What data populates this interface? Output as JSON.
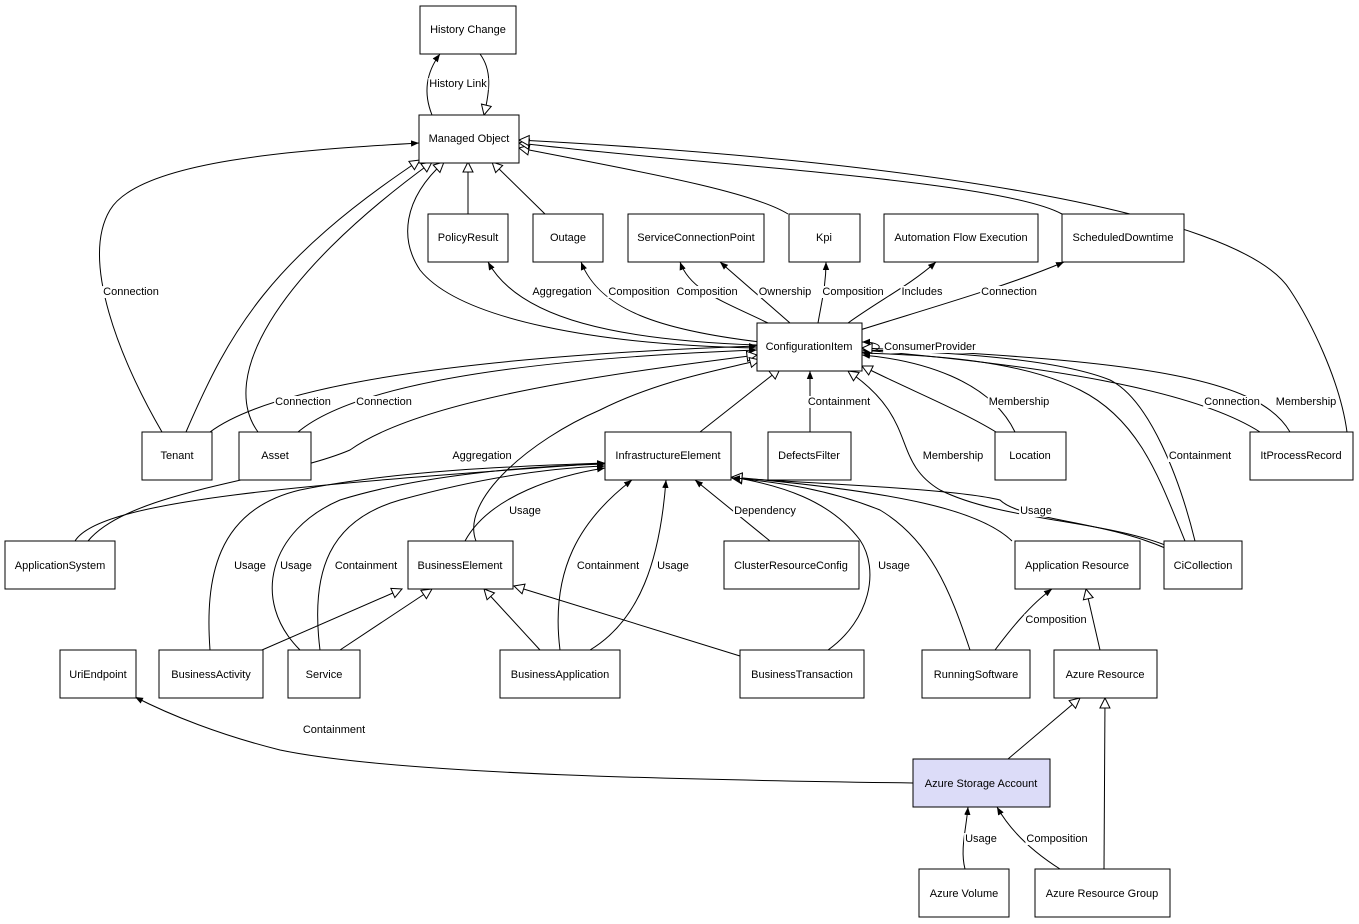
{
  "diagram": {
    "highlighted": "azure_storage_account",
    "highlight_color": "#dcdcf8",
    "nodes": [
      {
        "id": "history_change",
        "label": "History Change"
      },
      {
        "id": "managed_object",
        "label": "Managed Object"
      },
      {
        "id": "policy_result",
        "label": "PolicyResult"
      },
      {
        "id": "outage",
        "label": "Outage"
      },
      {
        "id": "service_connection_point",
        "label": "ServiceConnectionPoint"
      },
      {
        "id": "kpi",
        "label": "Kpi"
      },
      {
        "id": "automation_flow_execution",
        "label": "Automation Flow Execution"
      },
      {
        "id": "scheduled_downtime",
        "label": "ScheduledDowntime"
      },
      {
        "id": "configuration_item",
        "label": "ConfigurationItem"
      },
      {
        "id": "tenant",
        "label": "Tenant"
      },
      {
        "id": "asset",
        "label": "Asset"
      },
      {
        "id": "infrastructure_element",
        "label": "InfrastructureElement"
      },
      {
        "id": "defects_filter",
        "label": "DefectsFilter"
      },
      {
        "id": "location",
        "label": "Location"
      },
      {
        "id": "it_process_record",
        "label": "ItProcessRecord"
      },
      {
        "id": "application_system",
        "label": "ApplicationSystem"
      },
      {
        "id": "business_element",
        "label": "BusinessElement"
      },
      {
        "id": "cluster_resource_config",
        "label": "ClusterResourceConfig"
      },
      {
        "id": "application_resource",
        "label": "Application Resource"
      },
      {
        "id": "ci_collection",
        "label": "CiCollection"
      },
      {
        "id": "uri_endpoint",
        "label": "UriEndpoint"
      },
      {
        "id": "business_activity",
        "label": "BusinessActivity"
      },
      {
        "id": "service",
        "label": "Service"
      },
      {
        "id": "business_application",
        "label": "BusinessApplication"
      },
      {
        "id": "business_transaction",
        "label": "BusinessTransaction"
      },
      {
        "id": "running_software",
        "label": "RunningSoftware"
      },
      {
        "id": "azure_resource",
        "label": "Azure Resource"
      },
      {
        "id": "azure_storage_account",
        "label": "Azure Storage Account"
      },
      {
        "id": "azure_volume",
        "label": "Azure Volume"
      },
      {
        "id": "azure_resource_group",
        "label": "Azure Resource Group"
      }
    ],
    "edge_labels": [
      {
        "id": "history_link",
        "text": "History Link"
      },
      {
        "id": "tenant_connection_mo",
        "text": "Connection"
      },
      {
        "id": "ci_aggregation_policy",
        "text": "Aggregation"
      },
      {
        "id": "ci_composition_outage",
        "text": "Composition"
      },
      {
        "id": "ci_composition_scp",
        "text": "Composition"
      },
      {
        "id": "ci_ownership_scp",
        "text": "Ownership"
      },
      {
        "id": "ci_composition_kpi",
        "text": "Composition"
      },
      {
        "id": "ci_includes_afe",
        "text": "Includes"
      },
      {
        "id": "ci_connection_sd",
        "text": "Connection"
      },
      {
        "id": "ci_consumer_provider",
        "text": "ConsumerProvider"
      },
      {
        "id": "tenant_connection_ci",
        "text": "Connection"
      },
      {
        "id": "asset_connection_ci",
        "text": "Connection"
      },
      {
        "id": "df_containment_ci",
        "text": "Containment"
      },
      {
        "id": "location_membership_ci",
        "text": "Membership"
      },
      {
        "id": "ipr_connection_ci",
        "text": "Connection"
      },
      {
        "id": "ipr_membership_mo",
        "text": "Membership"
      },
      {
        "id": "as_aggregation_ie",
        "text": "Aggregation"
      },
      {
        "id": "cic_membership_ci",
        "text": "Membership"
      },
      {
        "id": "cic_containment_ci",
        "text": "Containment"
      },
      {
        "id": "be_usage_ie",
        "text": "Usage"
      },
      {
        "id": "crc_dependency_ie",
        "text": "Dependency"
      },
      {
        "id": "cic_usage_ie",
        "text": "Usage"
      },
      {
        "id": "ba_usage_ie",
        "text": "Usage"
      },
      {
        "id": "svc_usage_ie",
        "text": "Usage"
      },
      {
        "id": "svc_containment_ie",
        "text": "Containment"
      },
      {
        "id": "bapp_containment_ie",
        "text": "Containment"
      },
      {
        "id": "bapp_usage_ie",
        "text": "Usage"
      },
      {
        "id": "bt_usage_ie",
        "text": "Usage"
      },
      {
        "id": "rs_composition_ar",
        "text": "Composition"
      },
      {
        "id": "asa_containment_uri",
        "text": "Containment"
      },
      {
        "id": "av_usage_asa",
        "text": "Usage"
      },
      {
        "id": "arg_composition_asa",
        "text": "Composition"
      }
    ]
  }
}
